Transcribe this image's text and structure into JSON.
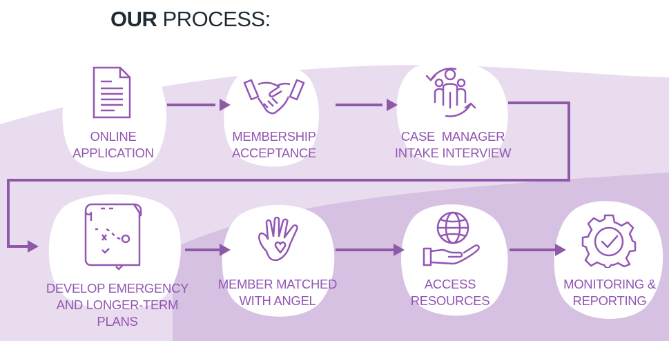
{
  "title": {
    "bold": "OUR",
    "light": "PROCESS:"
  },
  "colors": {
    "accent": "#9256b3",
    "arrow": "#8e5aa8",
    "band_light": "#e8dcee",
    "band_dark": "#d6c1e2",
    "title": "#1f2b34"
  },
  "steps": [
    {
      "icon": "document-icon",
      "lines": [
        "ONLINE",
        "APPLICATION"
      ]
    },
    {
      "icon": "handshake-icon",
      "lines": [
        "MEMBERSHIP",
        "ACCEPTANCE"
      ]
    },
    {
      "icon": "group-cycle-icon",
      "lines": [
        "CASE  MANAGER",
        "INTAKE INTERVIEW"
      ]
    },
    {
      "icon": "map-scroll-icon",
      "lines": [
        "DEVELOP EMERGENCY",
        "AND LONGER-TERM",
        "PLANS"
      ]
    },
    {
      "icon": "hand-heart-icon",
      "lines": [
        "MEMBER MATCHED",
        "WITH ANGEL"
      ]
    },
    {
      "icon": "globe-hand-icon",
      "lines": [
        "ACCESS",
        "RESOURCES"
      ]
    },
    {
      "icon": "gear-check-icon",
      "lines": [
        "MONITORING &",
        "REPORTING"
      ]
    }
  ]
}
